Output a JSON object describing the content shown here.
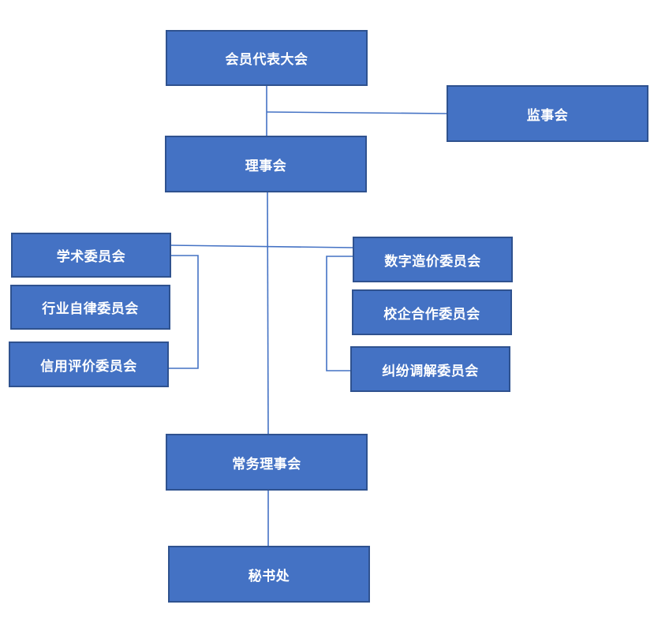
{
  "colors": {
    "box_fill": "#4472c4",
    "box_border": "#2f528f",
    "connector": "#4472c4",
    "text": "#ffffff",
    "background": "#ffffff"
  },
  "nodes": {
    "general_assembly": "会员代表大会",
    "supervisory_board": "监事会",
    "council": "理事会",
    "academic_committee": "学术委员会",
    "self_discipline_committee": "行业自律委员会",
    "credit_rating_committee": "信用评价委员会",
    "digital_cost_committee": "数字造价委员会",
    "school_enterprise_committee": "校企合作委员会",
    "dispute_mediation_committee": "纠纷调解委员会",
    "standing_council": "常务理事会",
    "secretariat": "秘书处"
  }
}
